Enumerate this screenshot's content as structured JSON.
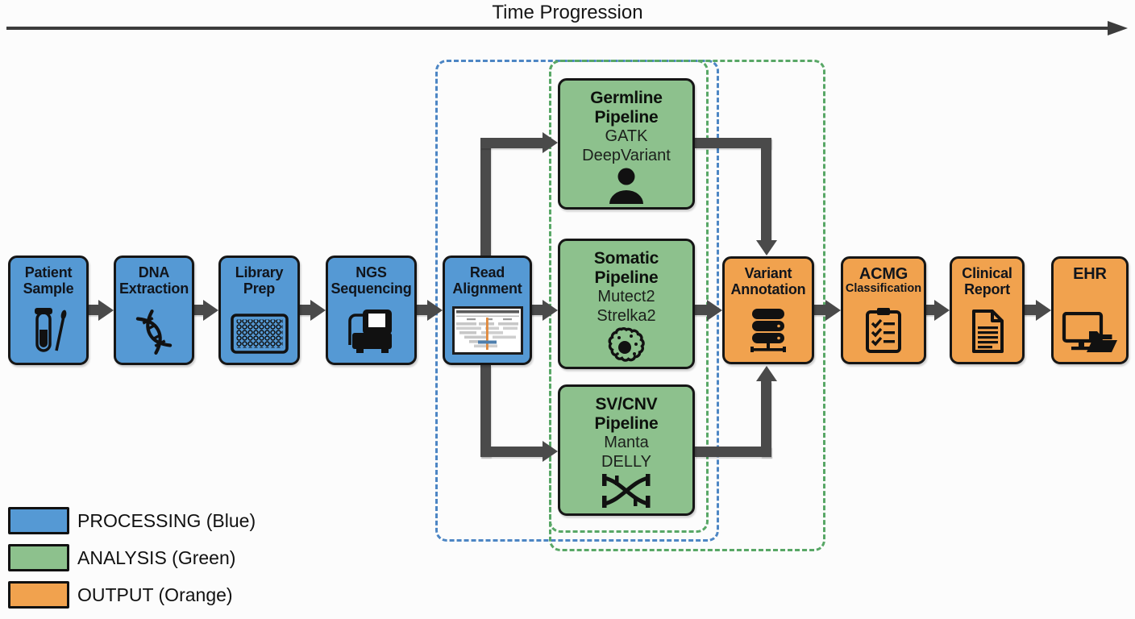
{
  "header": {
    "title": "Time Progression"
  },
  "nodes": {
    "patient_sample": {
      "title": "Patient Sample",
      "icon": "test-tube-swab-icon"
    },
    "dna_extraction": {
      "title": "DNA Extraction",
      "icon": "dna-helix-icon"
    },
    "library_prep": {
      "title": "Library Prep",
      "icon": "well-plate-icon"
    },
    "ngs_sequencing": {
      "title": "NGS Sequencing",
      "icon": "sequencer-icon"
    },
    "read_alignment": {
      "title": "Read Alignment",
      "icon": "genome-browser-icon"
    },
    "germline": {
      "title": "Germline Pipeline",
      "tools": [
        "GATK",
        "DeepVariant"
      ],
      "icon": "person-icon"
    },
    "somatic": {
      "title": "Somatic Pipeline",
      "tools": [
        "Mutect2",
        "Strelka2"
      ],
      "icon": "cell-icon"
    },
    "sv_cnv": {
      "title": "SV/CNV Pipeline",
      "tools": [
        "Manta",
        "DELLY"
      ],
      "icon": "dna-cross-icon"
    },
    "variant_annotation": {
      "title": "Variant Annotation",
      "icon": "database-icon"
    },
    "acmg": {
      "title": "ACMG",
      "subtitle": "Classification",
      "icon": "clipboard-checklist-icon"
    },
    "clinical_report": {
      "title": "Clinical Report",
      "icon": "document-icon"
    },
    "ehr": {
      "title": "EHR",
      "icon": "monitor-folder-icon"
    }
  },
  "legend": {
    "items": [
      {
        "label": "PROCESSING (Blue)",
        "color": "#5599D4"
      },
      {
        "label": "ANALYSIS (Green)",
        "color": "#8DC18D"
      },
      {
        "label": "OUTPUT (Orange)",
        "color": "#F1A24E"
      }
    ]
  },
  "colors": {
    "processing_blue": "#5599D4",
    "analysis_green": "#8DC18D",
    "output_orange": "#F1A24E",
    "arrow_gray": "#4A4A4A",
    "dashed_blue": "#4D86C4",
    "dashed_green": "#58A766",
    "border_black": "#161616"
  }
}
